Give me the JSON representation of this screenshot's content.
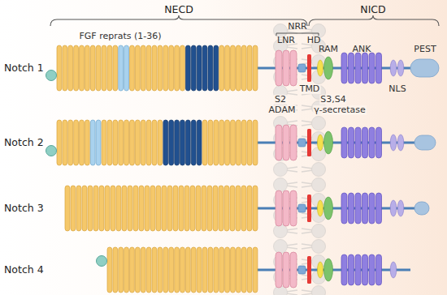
{
  "diagram": {
    "labels": [
      "NECD",
      "NICD",
      "NRR",
      "FGF reprats (1-36)",
      "LNR",
      "HD",
      "RAM",
      "ANK",
      "PEST",
      "Notch 1",
      "TMD",
      "S2",
      "ADAM",
      "S3,S4",
      "γ-secretase",
      "NLS",
      "Notch 2",
      "Notch 3",
      "Notch 4"
    ]
  }
}
